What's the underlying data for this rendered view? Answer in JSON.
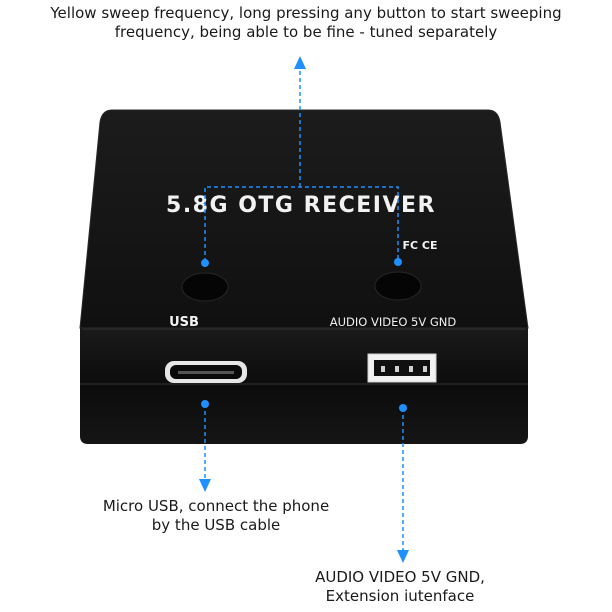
{
  "captions": {
    "top_line1": "Yellow sweep frequency, long pressing any button to start sweeping",
    "top_line2": "frequency, being able to be fine - tuned separately",
    "left_line1": "Micro USB, connect the phone",
    "left_line2": "by the USB cable",
    "right_line1": "AUDIO VIDEO 5V GND,",
    "right_line2": "Extension iutenface"
  },
  "device": {
    "title": "5.8G OTG RECEIVER",
    "cert_marks": "FC CE",
    "usb_label": "USB",
    "port_label": "AUDIO VIDEO 5V GND"
  },
  "colors": {
    "annotation": "#1e90ff",
    "device_body": "#141414",
    "device_text": "#f2f2f2"
  }
}
